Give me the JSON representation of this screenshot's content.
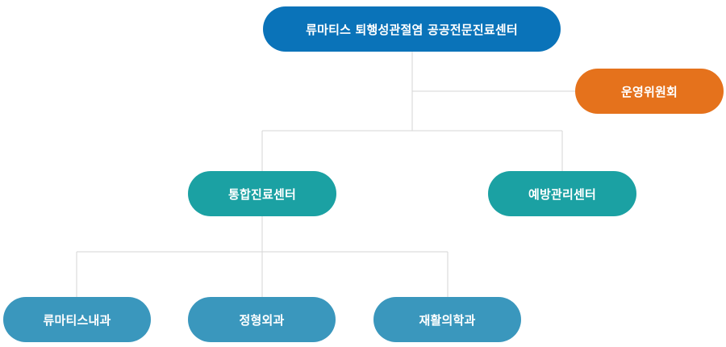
{
  "org_chart": {
    "root": {
      "label": "류마티스 퇴행성관절염  공공전문진료센터",
      "color": "#0a73b9"
    },
    "committee": {
      "label": "운영위원회",
      "color": "#e5721c"
    },
    "centers": [
      {
        "label": "통합진료센터",
        "color": "#1ba1a3"
      },
      {
        "label": "예방관리센터",
        "color": "#1ba1a3"
      }
    ],
    "departments": [
      {
        "label": "류마티스내과",
        "color": "#3a97bd"
      },
      {
        "label": "정형외과",
        "color": "#3a97bd"
      },
      {
        "label": "재활의학과",
        "color": "#3a97bd"
      }
    ],
    "connector_color": "#d6d6d6"
  }
}
